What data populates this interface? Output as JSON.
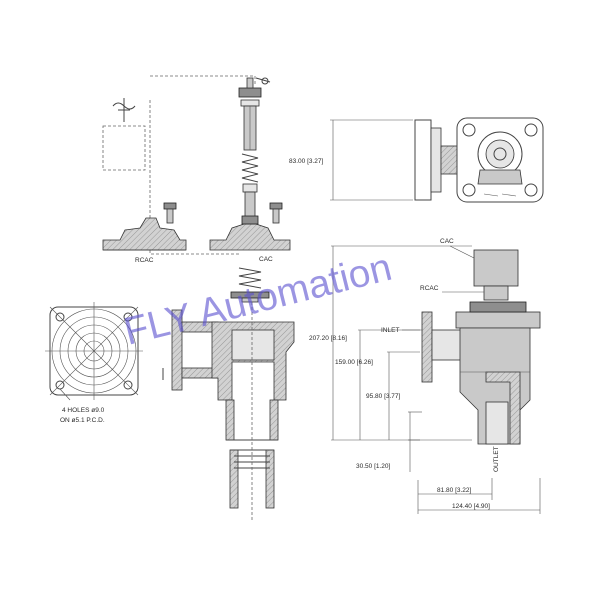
{
  "labels": {
    "rcac_left": "RCAC",
    "cac_left": "CAC",
    "cac_right": "CAC",
    "rcac_right": "RCAC",
    "inlet": "INLET",
    "outlet": "OUTLET",
    "holes_line1": "4 HOLES ø9.0",
    "holes_line2": "ON ø5.1 P.C.D."
  },
  "dimensions": {
    "d1": "83.00 [3.27]",
    "d2": "207.20 [8.16]",
    "d3": "159.00 [6.26]",
    "d4": "95.80 [3.77]",
    "d5": "30.50 [1.20]",
    "d6": "81.80 [3.22]",
    "d7": "124.40 [4.90]"
  },
  "watermark": "FLY Automation",
  "colors": {
    "watermark": "#5a4fd0",
    "line": "#444444",
    "part_fill": "#c9c9c9"
  }
}
